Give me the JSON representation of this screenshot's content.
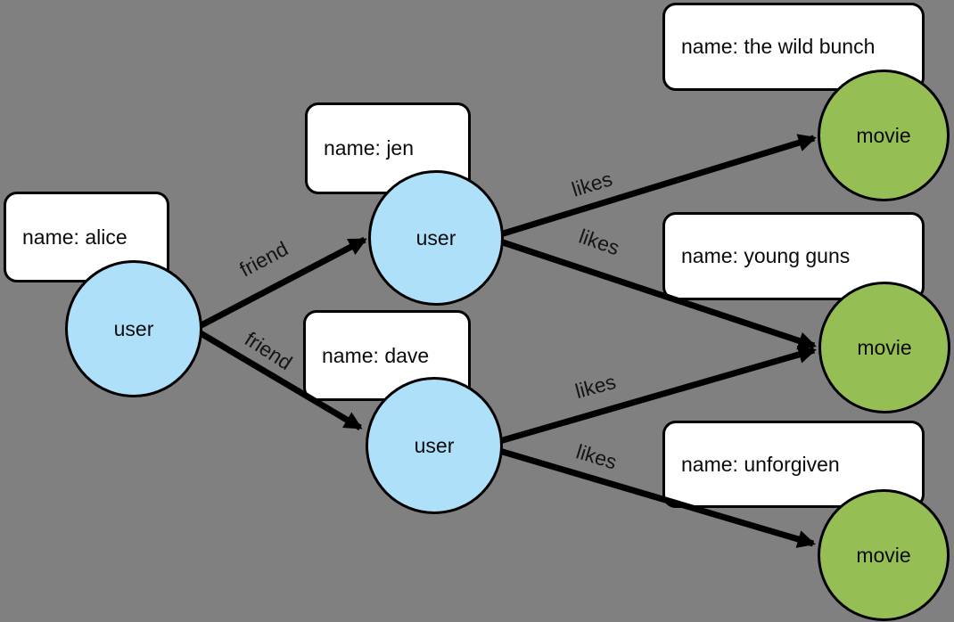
{
  "diagram": {
    "kind": "property-graph",
    "background_color": "#808080"
  },
  "colors": {
    "user_node_fill": "#AFE0FA",
    "movie_node_fill": "#95BE55",
    "node_border": "#000000",
    "property_box_fill": "#FFFFFF",
    "arrow": "#000000"
  },
  "nodes": [
    {
      "id": "alice",
      "type": "user",
      "label": "user",
      "property": "name: alice"
    },
    {
      "id": "jen",
      "type": "user",
      "label": "user",
      "property": "name: jen"
    },
    {
      "id": "dave",
      "type": "user",
      "label": "user",
      "property": "name: dave"
    },
    {
      "id": "wildbunch",
      "type": "movie",
      "label": "movie",
      "property": "name: the wild bunch"
    },
    {
      "id": "youngguns",
      "type": "movie",
      "label": "movie",
      "property": "name: young guns"
    },
    {
      "id": "unforgiven",
      "type": "movie",
      "label": "movie",
      "property": "name: unforgiven"
    }
  ],
  "edges": [
    {
      "from": "alice",
      "to": "jen",
      "label": "friend"
    },
    {
      "from": "alice",
      "to": "dave",
      "label": "friend"
    },
    {
      "from": "jen",
      "to": "wildbunch",
      "label": "likes"
    },
    {
      "from": "jen",
      "to": "youngguns",
      "label": "likes"
    },
    {
      "from": "dave",
      "to": "youngguns",
      "label": "likes"
    },
    {
      "from": "dave",
      "to": "unforgiven",
      "label": "likes"
    }
  ]
}
